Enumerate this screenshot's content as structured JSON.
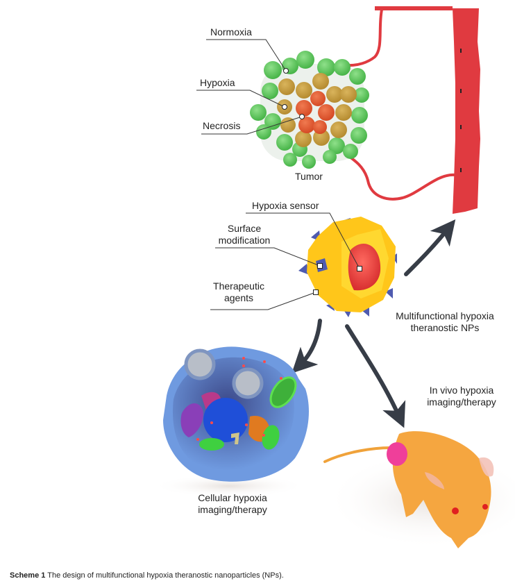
{
  "tumor": {
    "title": "Tumor",
    "labels": {
      "normoxia": "Normoxia",
      "hypoxia": "Hypoxia",
      "necrosis": "Necrosis"
    }
  },
  "nanoparticle": {
    "labels": {
      "hypoxia_sensor": "Hypoxia sensor",
      "surface_modification_1": "Surface",
      "surface_modification_2": "modification",
      "therapeutic_agents_1": "Therapeutic",
      "therapeutic_agents_2": "agents"
    },
    "title_1": "Multifunctional hypoxia",
    "title_2": "theranostic NPs"
  },
  "cell": {
    "label_1": "Cellular hypoxia",
    "label_2": "imaging/therapy"
  },
  "mouse": {
    "label_1": "In vivo hypoxia",
    "label_2": "imaging/therapy"
  },
  "caption": {
    "prefix": "Scheme 1",
    "text": "The design of multifunctional hypoxia theranostic nanoparticles (NPs)."
  },
  "colors": {
    "normoxia": "#5cc55a",
    "hypoxia": "#c8a040",
    "necrosis": "#e05a30",
    "vessel": "#e03a40",
    "np_shell": "#ffc61a",
    "np_core": "#ee4040",
    "np_spikes": "#4f5bb0",
    "arrow": "#373d47",
    "cell_membrane": "#5a8ad0",
    "mouse_body": "#f5a640",
    "tumor_spot": "#ef3f9a"
  }
}
